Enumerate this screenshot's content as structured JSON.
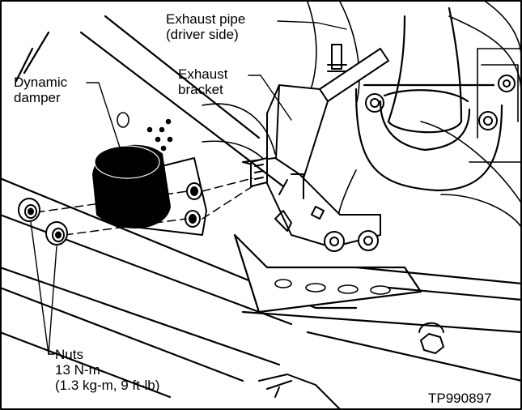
{
  "labels": {
    "exhaust_pipe": [
      "Exhaust pipe",
      "(driver side)"
    ],
    "exhaust_bracket": [
      "Exhaust",
      "bracket"
    ],
    "dynamic_damper": [
      "Dynamic",
      "damper"
    ],
    "nuts": [
      "Nuts",
      "13 N-m",
      "(1.3 kg-m, 9 ft-lb)"
    ]
  },
  "figure_id": "TP990897",
  "colors": {
    "ink": "#000000",
    "paper": "#ffffff"
  }
}
